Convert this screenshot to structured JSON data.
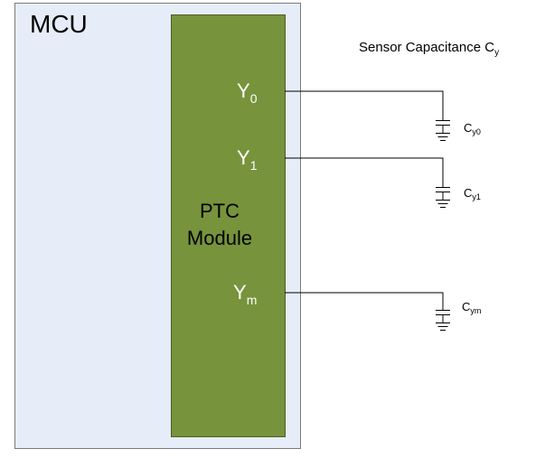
{
  "mcu": {
    "label": "MCU"
  },
  "ptc_module": {
    "line1": "PTC",
    "line2": "Module"
  },
  "sensor_caption": {
    "main": "Sensor Capacitance C",
    "sub": "y"
  },
  "pins": [
    {
      "name": "Y",
      "sub": "0"
    },
    {
      "name": "Y",
      "sub": "1"
    },
    {
      "name": "Y",
      "sub": "m"
    }
  ],
  "capacitors": [
    {
      "name": "C",
      "sub": "y0"
    },
    {
      "name": "C",
      "sub": "y1"
    },
    {
      "name": "C",
      "sub": "ym"
    }
  ],
  "colors": {
    "mcu_fill": "#e7edf8",
    "mcu_border": "#7a7a7a",
    "module_fill": "#77933c",
    "module_border": "#4a5e22",
    "pin_text": "#ffffff",
    "wire": "#000000"
  }
}
